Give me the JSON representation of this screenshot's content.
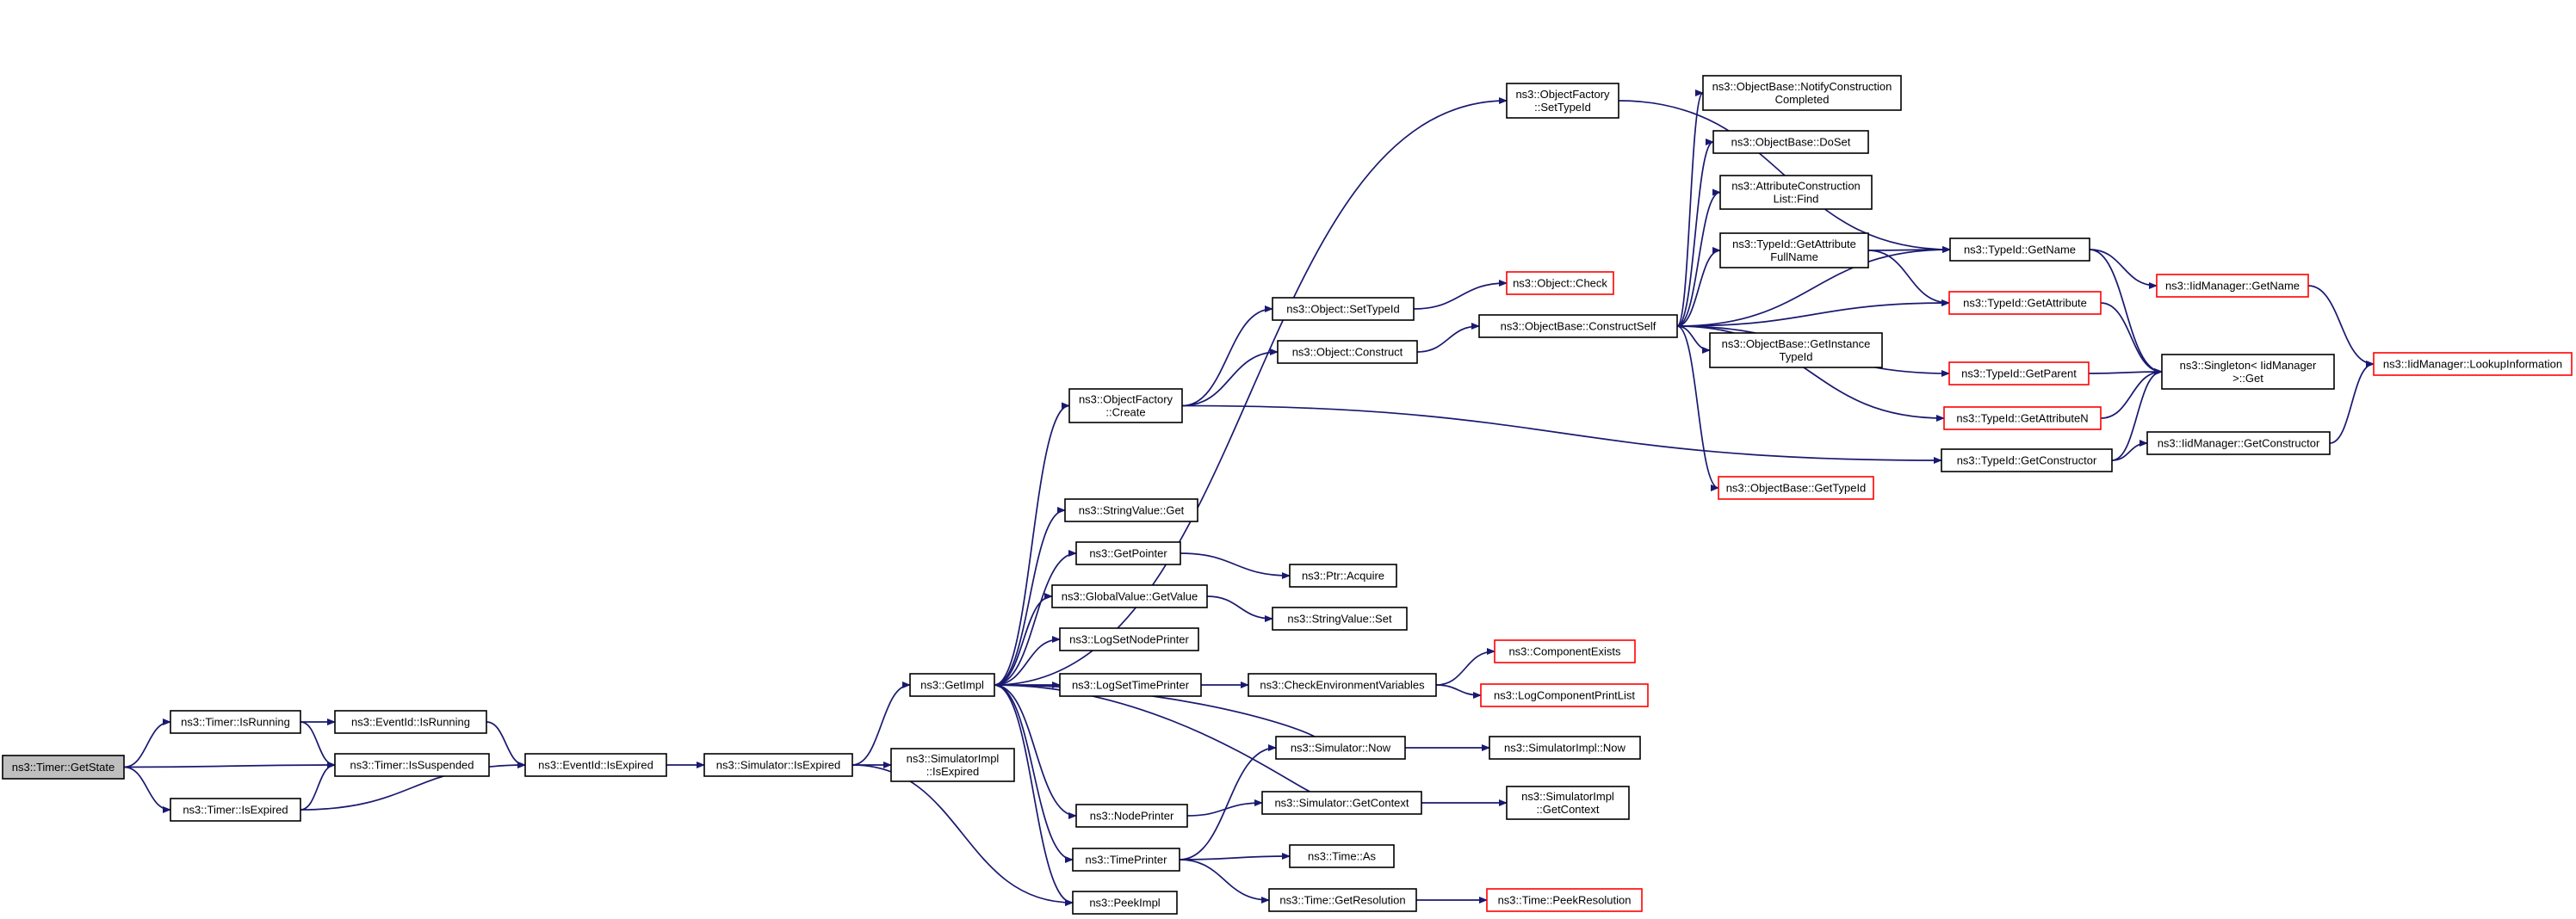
{
  "diagram": {
    "type": "call-graph",
    "edge_color": "#191970",
    "highlight_color": "#ff0000",
    "focus_fill": "#bfbfbf",
    "nodes": [
      {
        "id": "getstate",
        "lines": [
          "ns3::Timer::GetState"
        ],
        "style": "focus"
      },
      {
        "id": "timer_isrunning",
        "lines": [
          "ns3::Timer::IsRunning"
        ],
        "style": "normal"
      },
      {
        "id": "timer_issuspended",
        "lines": [
          "ns3::Timer::IsSuspended"
        ],
        "style": "normal"
      },
      {
        "id": "timer_isexpired",
        "lines": [
          "ns3::Timer::IsExpired"
        ],
        "style": "normal"
      },
      {
        "id": "eventid_isrunning",
        "lines": [
          "ns3::EventId::IsRunning"
        ],
        "style": "normal"
      },
      {
        "id": "eventid_isexpired",
        "lines": [
          "ns3::EventId::IsExpired"
        ],
        "style": "normal"
      },
      {
        "id": "sim_isexpired",
        "lines": [
          "ns3::Simulator::IsExpired"
        ],
        "style": "normal"
      },
      {
        "id": "getimpl",
        "lines": [
          "ns3::GetImpl"
        ],
        "style": "normal"
      },
      {
        "id": "simimpl_isexpired",
        "lines": [
          "ns3::SimulatorImpl",
          "::IsExpired"
        ],
        "style": "normal"
      },
      {
        "id": "peekimpl",
        "lines": [
          "ns3::PeekImpl"
        ],
        "style": "normal"
      },
      {
        "id": "objfactory_create",
        "lines": [
          "ns3::ObjectFactory",
          "::Create"
        ],
        "style": "normal"
      },
      {
        "id": "stringvalue_get",
        "lines": [
          "ns3::StringValue::Get"
        ],
        "style": "normal"
      },
      {
        "id": "getpointer",
        "lines": [
          "ns3::GetPointer"
        ],
        "style": "normal"
      },
      {
        "id": "globalvalue_getvalue",
        "lines": [
          "ns3::GlobalValue::GetValue"
        ],
        "style": "normal"
      },
      {
        "id": "logsetnodeprinter",
        "lines": [
          "ns3::LogSetNodePrinter"
        ],
        "style": "normal"
      },
      {
        "id": "logsettimeprinter",
        "lines": [
          "ns3::LogSetTimePrinter"
        ],
        "style": "normal"
      },
      {
        "id": "nodeprinter",
        "lines": [
          "ns3::NodePrinter"
        ],
        "style": "normal"
      },
      {
        "id": "timeprinter",
        "lines": [
          "ns3::TimePrinter"
        ],
        "style": "normal"
      },
      {
        "id": "objfactory_settypeid",
        "lines": [
          "ns3::ObjectFactory",
          "::SetTypeId"
        ],
        "style": "normal"
      },
      {
        "id": "object_settypeid",
        "lines": [
          "ns3::Object::SetTypeId"
        ],
        "style": "normal"
      },
      {
        "id": "object_construct",
        "lines": [
          "ns3::Object::Construct"
        ],
        "style": "normal"
      },
      {
        "id": "object_check",
        "lines": [
          "ns3::Object::Check"
        ],
        "style": "red"
      },
      {
        "id": "ptr_acquire",
        "lines": [
          "ns3::Ptr::Acquire"
        ],
        "style": "normal"
      },
      {
        "id": "stringvalue_set",
        "lines": [
          "ns3::StringValue::Set"
        ],
        "style": "normal"
      },
      {
        "id": "checkenvvars",
        "lines": [
          "ns3::CheckEnvironmentVariables"
        ],
        "style": "normal"
      },
      {
        "id": "sim_now",
        "lines": [
          "ns3::Simulator::Now"
        ],
        "style": "normal"
      },
      {
        "id": "sim_getcontext",
        "lines": [
          "ns3::Simulator::GetContext"
        ],
        "style": "normal"
      },
      {
        "id": "time_as",
        "lines": [
          "ns3::Time::As"
        ],
        "style": "normal"
      },
      {
        "id": "time_getresolution",
        "lines": [
          "ns3::Time::GetResolution"
        ],
        "style": "normal"
      },
      {
        "id": "componentexists",
        "lines": [
          "ns3::ComponentExists"
        ],
        "style": "red"
      },
      {
        "id": "logcomponentprintlist",
        "lines": [
          "ns3::LogComponentPrintList"
        ],
        "style": "red"
      },
      {
        "id": "simimpl_now",
        "lines": [
          "ns3::SimulatorImpl::Now"
        ],
        "style": "normal"
      },
      {
        "id": "simimpl_getcontext",
        "lines": [
          "ns3::SimulatorImpl",
          "::GetContext"
        ],
        "style": "normal"
      },
      {
        "id": "time_peekresolution",
        "lines": [
          "ns3::Time::PeekResolution"
        ],
        "style": "red"
      },
      {
        "id": "objbase_constructself",
        "lines": [
          "ns3::ObjectBase::ConstructSelf"
        ],
        "style": "normal"
      },
      {
        "id": "objbase_notify",
        "lines": [
          "ns3::ObjectBase::NotifyConstruction",
          "Completed"
        ],
        "style": "normal"
      },
      {
        "id": "objbase_doset",
        "lines": [
          "ns3::ObjectBase::DoSet"
        ],
        "style": "normal"
      },
      {
        "id": "attrconstr_find",
        "lines": [
          "ns3::AttributeConstruction",
          "List::Find"
        ],
        "style": "normal"
      },
      {
        "id": "typeid_getattrfullname",
        "lines": [
          "ns3::TypeId::GetAttribute",
          "FullName"
        ],
        "style": "normal"
      },
      {
        "id": "objbase_getinstancetypeid",
        "lines": [
          "ns3::ObjectBase::GetInstance",
          "TypeId"
        ],
        "style": "normal"
      },
      {
        "id": "objbase_gettypeid",
        "lines": [
          "ns3::ObjectBase::GetTypeId"
        ],
        "style": "red"
      },
      {
        "id": "typeid_getname",
        "lines": [
          "ns3::TypeId::GetName"
        ],
        "style": "normal"
      },
      {
        "id": "typeid_getattribute",
        "lines": [
          "ns3::TypeId::GetAttribute"
        ],
        "style": "red"
      },
      {
        "id": "typeid_getparent",
        "lines": [
          "ns3::TypeId::GetParent"
        ],
        "style": "red"
      },
      {
        "id": "typeid_getattributen",
        "lines": [
          "ns3::TypeId::GetAttributeN"
        ],
        "style": "red"
      },
      {
        "id": "typeid_getconstructor",
        "lines": [
          "ns3::TypeId::GetConstructor"
        ],
        "style": "normal"
      },
      {
        "id": "iidmanager_getname",
        "lines": [
          "ns3::IidManager::GetName"
        ],
        "style": "red"
      },
      {
        "id": "singleton_get",
        "lines": [
          "ns3::Singleton< IidManager",
          ">::Get"
        ],
        "style": "normal"
      },
      {
        "id": "iidmanager_getconstructor",
        "lines": [
          "ns3::IidManager::GetConstructor"
        ],
        "style": "normal"
      },
      {
        "id": "iidmanager_lookupinfo",
        "lines": [
          "ns3::IidManager::LookupInformation"
        ],
        "style": "red"
      }
    ]
  }
}
